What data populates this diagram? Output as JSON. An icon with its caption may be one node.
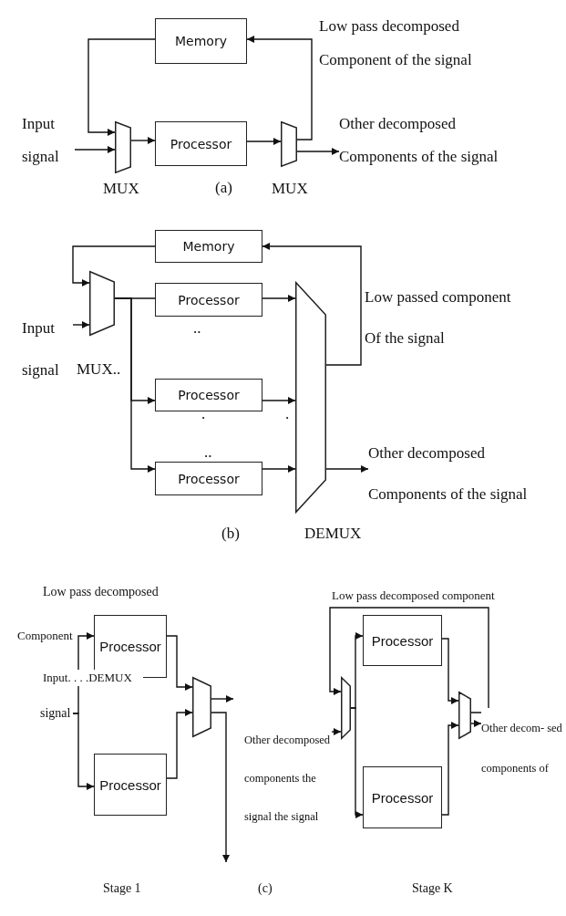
{
  "diagram": {
    "nodes": [
      {
        "text": [
          "Memory"
        ]
      },
      {
        "text": [
          "Input signal"
        ]
      },
      {
        "text": [],
        "shape": "trapezoid",
        "beside": [
          "MUX"
        ]
      },
      {
        "text": [
          "Processor"
        ]
      },
      {
        "text": [],
        "shape": "trapezoid",
        "beside": [
          "MUX"
        ]
      },
      {
        "text": [
          "Other decomposed Components of the signal"
        ]
      },
      {
        "text": [
          "Memory"
        ]
      },
      {
        "text": [
          "Input signal"
        ]
      },
      {
        "text": [],
        "shape": "trapezoid"
      },
      {
        "text": [
          "Processor"
        ]
      },
      {
        "text": [
          "Processor"
        ]
      },
      {
        "text": [
          "Processor"
        ]
      },
      {
        "text": [],
        "shape": "trapezoid",
        "beside": [
          "DEMUX"
        ]
      },
      {
        "text": [
          "Other decomposed Components of the signal"
        ]
      },
      {
        "text": [
          "signal"
        ]
      },
      {
        "text": [
          "Processor"
        ]
      },
      {
        "text": [
          "Processor"
        ]
      },
      {
        "text": [],
        "shape": "trapezoid"
      },
      {
        "text": [
          "Other decomposed components the signal the signal"
        ]
      },
      {
        "text": [],
        "shape": "trapezoid"
      },
      {
        "text": [
          "Processor"
        ]
      },
      {
        "text": [
          "Processor"
        ]
      },
      {
        "text": [],
        "shape": "trapezoid"
      },
      {
        "text": [
          "Other decom- sed components of"
        ]
      }
    ],
    "edges": [
      {
        "from": 0,
        "to": 2,
        "arrow": "to"
      },
      {
        "from": 1,
        "to": 2,
        "arrow": "to"
      },
      {
        "from": 2,
        "to": 3,
        "arrow": "to"
      },
      {
        "from": 3,
        "to": 4,
        "arrow": "to"
      },
      {
        "from": 4,
        "to": 0,
        "arrow": "to"
      },
      {
        "from": 4,
        "to": 5,
        "arrow": "to"
      },
      {
        "from": 6,
        "to": 8,
        "arrow": "to"
      },
      {
        "from": 7,
        "to": 8,
        "arrow": "to"
      },
      {
        "from": 8,
        "to": 9,
        "arrow": "none"
      },
      {
        "from": 8,
        "to": 10,
        "arrow": "to"
      },
      {
        "from": 8,
        "to": 11,
        "arrow": "to"
      },
      {
        "from": 9,
        "to": 12,
        "arrow": "to"
      },
      {
        "from": 10,
        "to": 12,
        "arrow": "to"
      },
      {
        "from": 11,
        "to": 12,
        "arrow": "to"
      },
      {
        "from": 12,
        "to": 6,
        "arrow": "to"
      },
      {
        "from": 12,
        "to": 13,
        "arrow": "to"
      },
      {
        "from": 14,
        "to": 15,
        "arrow": "to"
      },
      {
        "from": 14,
        "to": 16,
        "arrow": "to"
      },
      {
        "from": 15,
        "to": 17,
        "arrow": "to"
      },
      {
        "from": 16,
        "to": 17,
        "arrow": "to"
      },
      {
        "from": 17,
        "to": null,
        "arrow": "to"
      },
      {
        "from": 17,
        "to": null,
        "arrow": "to"
      },
      {
        "from": 18,
        "to": 19,
        "arrow": "to"
      },
      {
        "from": 22,
        "to": 19,
        "arrow": "to"
      },
      {
        "from": 19,
        "to": 20,
        "arrow": "to"
      },
      {
        "from": 19,
        "to": 21,
        "arrow": "to"
      },
      {
        "from": 20,
        "to": 22,
        "arrow": "to"
      },
      {
        "from": 21,
        "to": 22,
        "arrow": "to"
      },
      {
        "from": 22,
        "to": 23,
        "arrow": "to"
      }
    ],
    "labels": [
      "Low pass decomposed Component of the signal",
      "(a)",
      "MUX..",
      "Low passed component Of the signal",
      "..",
      ".",
      ".",
      "..",
      "(b)",
      "Low pass decomposed",
      "Component",
      "Input. . . .DEMUX",
      "Low pass decomposed component",
      "Stage 1",
      "(c)",
      "Stage K"
    ]
  }
}
